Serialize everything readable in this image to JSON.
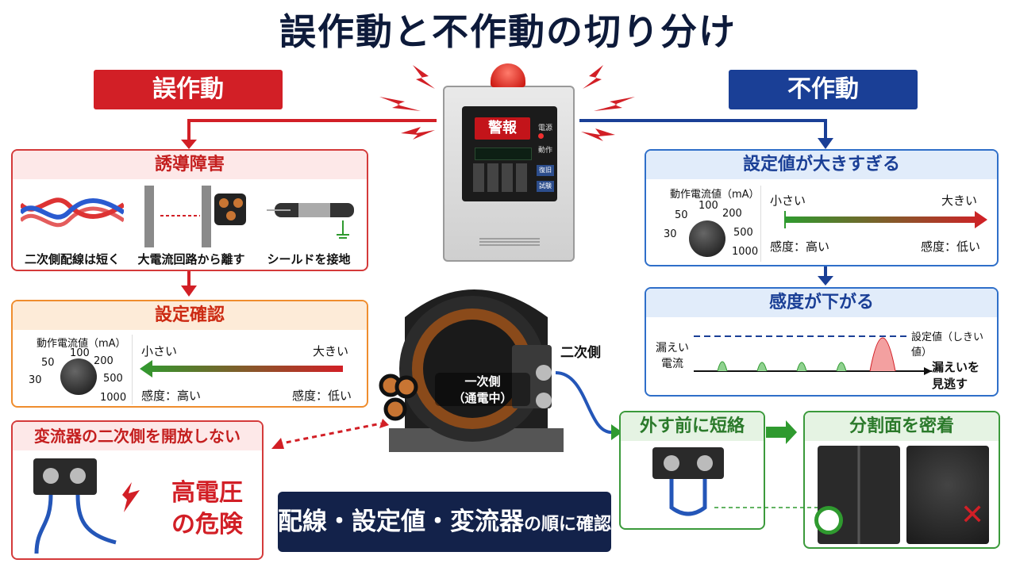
{
  "title": "誤作動と不作動の切り分け",
  "left": {
    "header": "誤作動",
    "induction": {
      "title": "誘導障害",
      "captions": [
        "二次側配線は短く",
        "大電流回路から離す",
        "シールドを接地"
      ]
    },
    "setting": {
      "title": "設定確認",
      "dial_label": "動作電流値（mA）",
      "dial_values": [
        "30",
        "50",
        "100",
        "200",
        "500",
        "1000"
      ],
      "small": "小さい",
      "large": "大きい",
      "sens_high": "感度：高い",
      "sens_low": "感度：低い"
    },
    "ct_open": {
      "title": "変流器の二次側を開放しない",
      "danger_line1": "高電圧",
      "danger_line2": "の危険"
    }
  },
  "center": {
    "panel_alarm": "警報",
    "panel_labels": [
      "電源",
      "動作"
    ],
    "panel_buttons": [
      "復旧",
      "試験"
    ],
    "ct_primary_line1": "一次側",
    "ct_primary_line2": "（通電中）",
    "ct_secondary": "二次側",
    "banner_main": "配線・設定値・変流器",
    "banner_tail": "の順に確認"
  },
  "right": {
    "header": "不作動",
    "setting_high": {
      "title": "設定値が大きすぎる",
      "dial_label": "動作電流値（mA）",
      "dial_values": [
        "30",
        "50",
        "100",
        "200",
        "500",
        "1000"
      ],
      "small": "小さい",
      "large": "大きい",
      "sens_high": "感度：高い",
      "sens_low": "感度：低い"
    },
    "sens_drop": {
      "title": "感度が下がる",
      "y_label_1": "漏えい",
      "y_label_2": "電流",
      "threshold": "設定値（しきい値）",
      "miss_1": "漏えいを",
      "miss_2": "見逃す"
    },
    "short": {
      "title": "外す前に短絡"
    },
    "split": {
      "title": "分割面を密着"
    }
  },
  "colors": {
    "red": "#d21f26",
    "blue": "#1a3f96",
    "green": "#2f9a2f",
    "navy": "#13224a"
  }
}
